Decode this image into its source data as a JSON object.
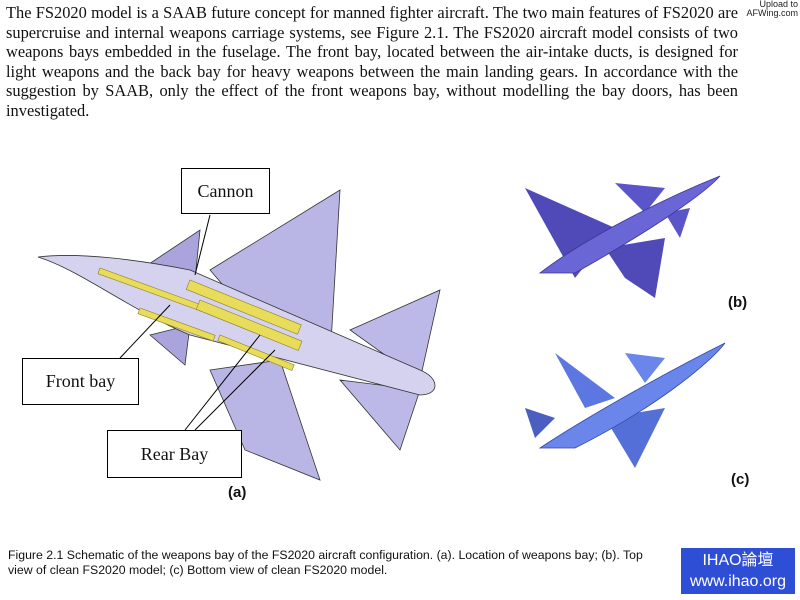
{
  "paragraph": "The FS2020 model is a SAAB future concept for manned fighter aircraft. The two main features of FS2020 are supercruise and internal weapons carriage systems, see Figure 2.1. The FS2020 aircraft model consists of two weapons bays embedded in the fuselage. The front bay, located between the air-intake ducts, is designed for light weapons and the back bay for heavy weapons between the main landing gears. In accordance with the suggestion by SAAB, only the effect of the front weapons bay, without modelling the bay doors, has been investigated.",
  "upload_watermark": {
    "line1": "Upload to",
    "line2": "AFWing.com"
  },
  "figure": {
    "labels": {
      "cannon": "Cannon",
      "front_bay": "Front bay",
      "rear_bay": "Rear Bay"
    },
    "sub_a": "(a)",
    "sub_b": "(b)",
    "sub_c": "(c)",
    "colors": {
      "airframe": "#b9b6e6",
      "weapons": "#e8dc5a",
      "model_b": "#5a55c8",
      "model_c": "#5c78e0"
    }
  },
  "caption": "Figure 2.1 Schematic of the weapons bay of the FS2020 aircraft configuration. (a). Location of weapons bay; (b). Top view of clean FS2020 model; (c) Bottom view of clean FS2020 model.",
  "site_watermark": {
    "line1": "IHAO論壇",
    "line2": "www.ihao.org"
  }
}
